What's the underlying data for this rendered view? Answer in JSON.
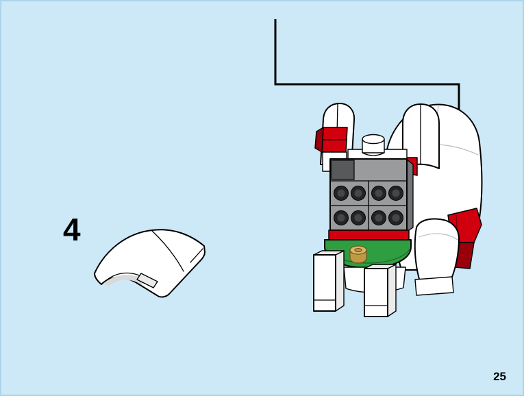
{
  "page": {
    "step_number": "4",
    "page_number": "25",
    "background_color": "#cde8f6"
  },
  "step": {
    "parts_callout": {
      "part": "white-curved-slope-brick",
      "quantity": 1,
      "color": "#ffffff"
    },
    "arrow": {
      "direction": "down",
      "target": "top-of-model-head"
    }
  },
  "model": {
    "subject": "white-brick-built-dog",
    "technic_holes_grid": {
      "rows": 2,
      "columns": 4
    },
    "colors": {
      "white": "#ffffff",
      "light_gray": "#9a9b9d",
      "dark_gray": "#58595b",
      "hole_black": "#242424",
      "red": "#d1000e",
      "dark_red": "#99000c",
      "green": "#2f9e41",
      "gold": "#d8b766",
      "outline": "#000000"
    }
  }
}
